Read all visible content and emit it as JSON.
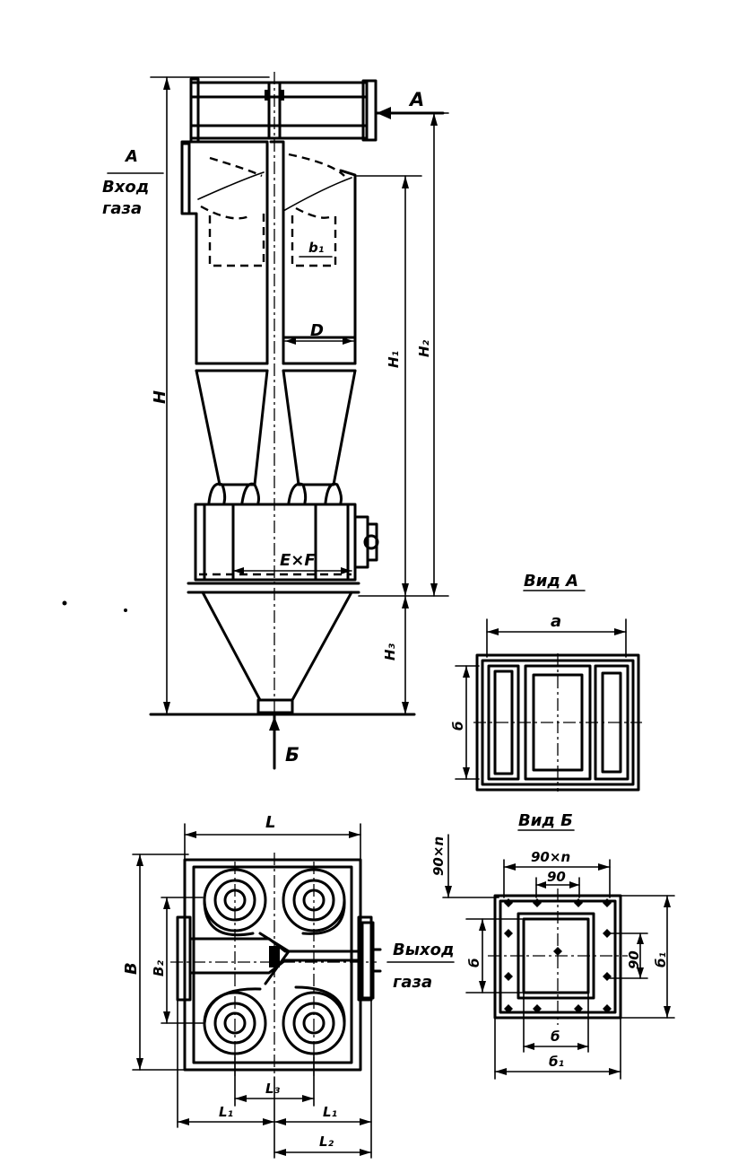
{
  "labels": {
    "section_a": "A",
    "arrow_a": "A",
    "inlet_line1": "Вход",
    "inlet_line2": "газа",
    "outlet_line1": "Выход",
    "outlet_line2": "газа",
    "view_a": "Вид А",
    "view_b": "Вид Б",
    "arrow_b": "Б",
    "dim_H": "H",
    "dim_H1": "H₁",
    "dim_H2": "H₂",
    "dim_H3": "H₃",
    "dim_D": "D",
    "dim_b1_top": "b₁",
    "dim_ExF": "E×F",
    "dim_a": "a",
    "dim_b_viewa": "б",
    "dim_L": "L",
    "dim_B": "B",
    "dim_B2": "B₂",
    "dim_L3": "L₃",
    "dim_L1_left": "L₁",
    "dim_L1_right": "L₁",
    "dim_L2": "L₂",
    "dim_90xn_top": "90×n",
    "dim_90_top": "90",
    "dim_90xn_side": "90×n",
    "dim_b_side": "б",
    "dim_90_side": "90",
    "dim_b1_side": "б₁",
    "dim_b_bottom": "б",
    "dim_b1_bottom": "б₁"
  }
}
